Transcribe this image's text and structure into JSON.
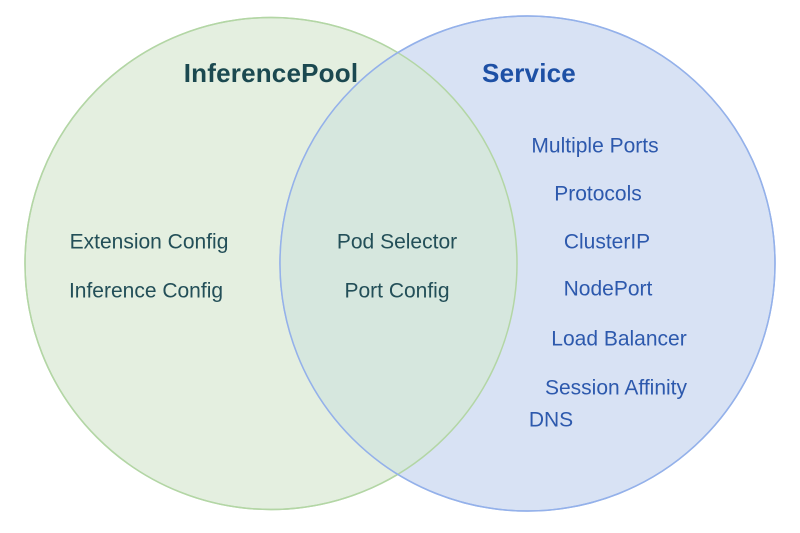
{
  "venn": {
    "left": {
      "title": "InferencePool",
      "items": [
        "Extension Config",
        "Inference Config"
      ]
    },
    "overlap": {
      "items": [
        "Pod Selector",
        "Port Config"
      ]
    },
    "right": {
      "title": "Service",
      "items": [
        "Multiple Ports",
        "Protocols",
        "ClusterIP",
        "NodePort",
        "Load Balancer",
        "Session Affinity",
        "DNS"
      ]
    },
    "colors": {
      "left_circle_fill": "#e4efe0",
      "left_circle_stroke": "#b3d6a5",
      "right_circle_fill": "#d8e2f4",
      "right_circle_stroke": "#94b1ea",
      "overlap_fill": "#d6e7de",
      "left_text": "#234f58",
      "right_text": "#2d59ad",
      "left_title_text": "#1b4950",
      "right_title_text": "#1d50a5"
    }
  }
}
